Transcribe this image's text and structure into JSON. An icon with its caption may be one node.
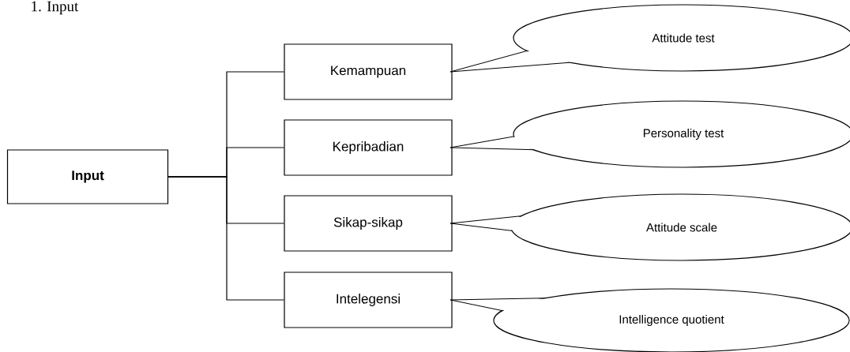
{
  "diagram": {
    "title": "1. Input",
    "nodes": [
      {
        "text": [
          "Input"
        ]
      },
      {
        "text": [
          "Kemampuan"
        ]
      },
      {
        "text": [
          "Kepribadian"
        ]
      },
      {
        "text": [
          "Sikap-sikap"
        ]
      },
      {
        "text": [
          "Intelegensi"
        ]
      },
      {
        "text": [
          "Attitude test"
        ]
      },
      {
        "text": [
          "Personality test"
        ]
      },
      {
        "text": [
          "Attitude scale"
        ]
      },
      {
        "text": [
          "Intelligence quotient"
        ]
      }
    ],
    "edges": [
      {
        "from": 0,
        "to": 1,
        "arrow": "none"
      },
      {
        "from": 0,
        "to": 2,
        "arrow": "none"
      },
      {
        "from": 0,
        "to": 3,
        "arrow": "none"
      },
      {
        "from": 0,
        "to": 4,
        "arrow": "none"
      },
      {
        "from": 1,
        "to": 5,
        "arrow": "none"
      },
      {
        "from": 2,
        "to": 6,
        "arrow": "none"
      },
      {
        "from": 3,
        "to": 7,
        "arrow": "none"
      },
      {
        "from": 4,
        "to": 8,
        "arrow": "none"
      }
    ]
  }
}
